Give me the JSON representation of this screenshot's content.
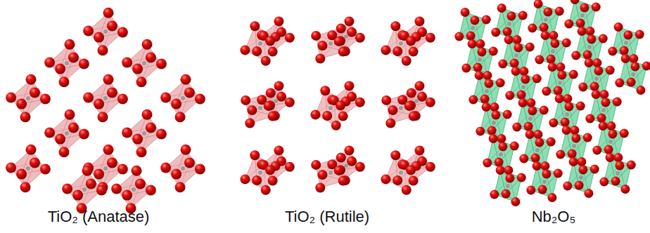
{
  "diagram": {
    "labels": [
      "TiO₂ (Anatase)",
      "TiO₂ (Rutile)",
      "Nb₂O₅"
    ]
  }
}
